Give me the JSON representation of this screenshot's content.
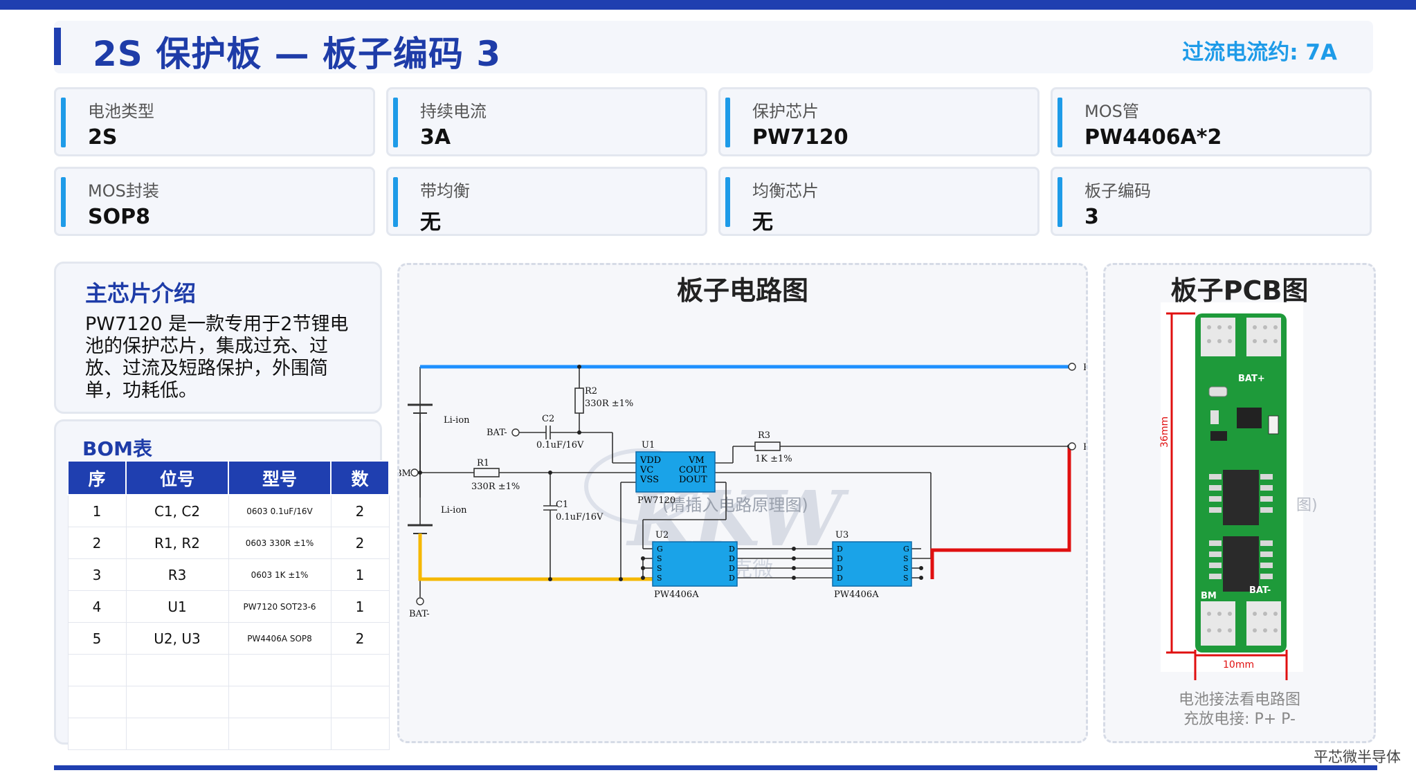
{
  "header": {
    "title": "2S 保护板 — 板子编码 3",
    "overcurrent": "过流电流约: 7A"
  },
  "specs": [
    {
      "label": "电池类型",
      "value": "2S"
    },
    {
      "label": "持续电流",
      "value": "3A"
    },
    {
      "label": "保护芯片",
      "value": "PW7120"
    },
    {
      "label": "MOS管",
      "value": "PW4406A*2"
    },
    {
      "label": "MOS封装",
      "value": "SOP8"
    },
    {
      "label": "带均衡",
      "value": "无"
    },
    {
      "label": "均衡芯片",
      "value": "无"
    },
    {
      "label": "板子编码",
      "value": "3"
    }
  ],
  "chip": {
    "title": "主芯片介绍",
    "text": "PW7120 是一款专用于2节锂电池的保护芯片，集成过充、过放、过流及短路保护，外围简单，功耗低。"
  },
  "bom": {
    "title": "BOM表",
    "headers": [
      "序",
      "位号",
      "型号",
      "数"
    ],
    "rows": [
      [
        "1",
        "C1, C2",
        "0603 0.1uF/16V",
        "2"
      ],
      [
        "2",
        "R1, R2",
        "0603 330R ±1%",
        "2"
      ],
      [
        "3",
        "R3",
        "0603 1K ±1%",
        "1"
      ],
      [
        "4",
        "U1",
        "PW7120 SOT23-6",
        "1"
      ],
      [
        "5",
        "U2, U3",
        "PW4406A SOP8",
        "2"
      ]
    ]
  },
  "circuit": {
    "title": "板子电路图",
    "placeholder": "(请插入电路原理图)",
    "labels": {
      "p_plus": "P+",
      "p_minus": "P-",
      "bat_minus": "BAT-",
      "bm": "BM",
      "liion": "Li-ion",
      "r1": "R1",
      "r1_val": "330R ±1%",
      "r2": "R2",
      "r2_val": "330R ±1%",
      "r3": "R3",
      "r3_val": "1K ±1%",
      "c1": "C1",
      "c2": "C2",
      "cap_val": "0.1uF/16V",
      "u1": "U1",
      "u1_part": "PW7120",
      "u2": "U2",
      "u3": "U3",
      "mos_part": "PW4406A",
      "vdd": "VDD",
      "vc": "VC",
      "vss": "VSS",
      "vm": "VM",
      "cout": "COUT",
      "dout": "DOUT",
      "g": "G",
      "s": "S",
      "d": "D",
      "watermark": "KKW",
      "watermark_cn": "芯克微"
    }
  },
  "pcb": {
    "title": "板子PCB图",
    "dim_h": "36mm",
    "dim_w": "10mm",
    "silk_bat_plus": "BAT+",
    "silk_bat_minus": "BAT-",
    "silk_bm": "BM",
    "note1": "电池接法看电路图",
    "note2": "充放电接: P+ P-",
    "ghost": "图)"
  },
  "footer": {
    "brand": "平芯微半导体"
  },
  "colors": {
    "primary": "#1f3fb0",
    "accent": "#1e9be8",
    "p_plus_trace": "#1e90ff",
    "p_minus_trace": "#e01010",
    "bat_minus_trace": "#f5b800",
    "chip_fill": "#1aa3e8",
    "pcb_green": "#1e9a3a"
  }
}
